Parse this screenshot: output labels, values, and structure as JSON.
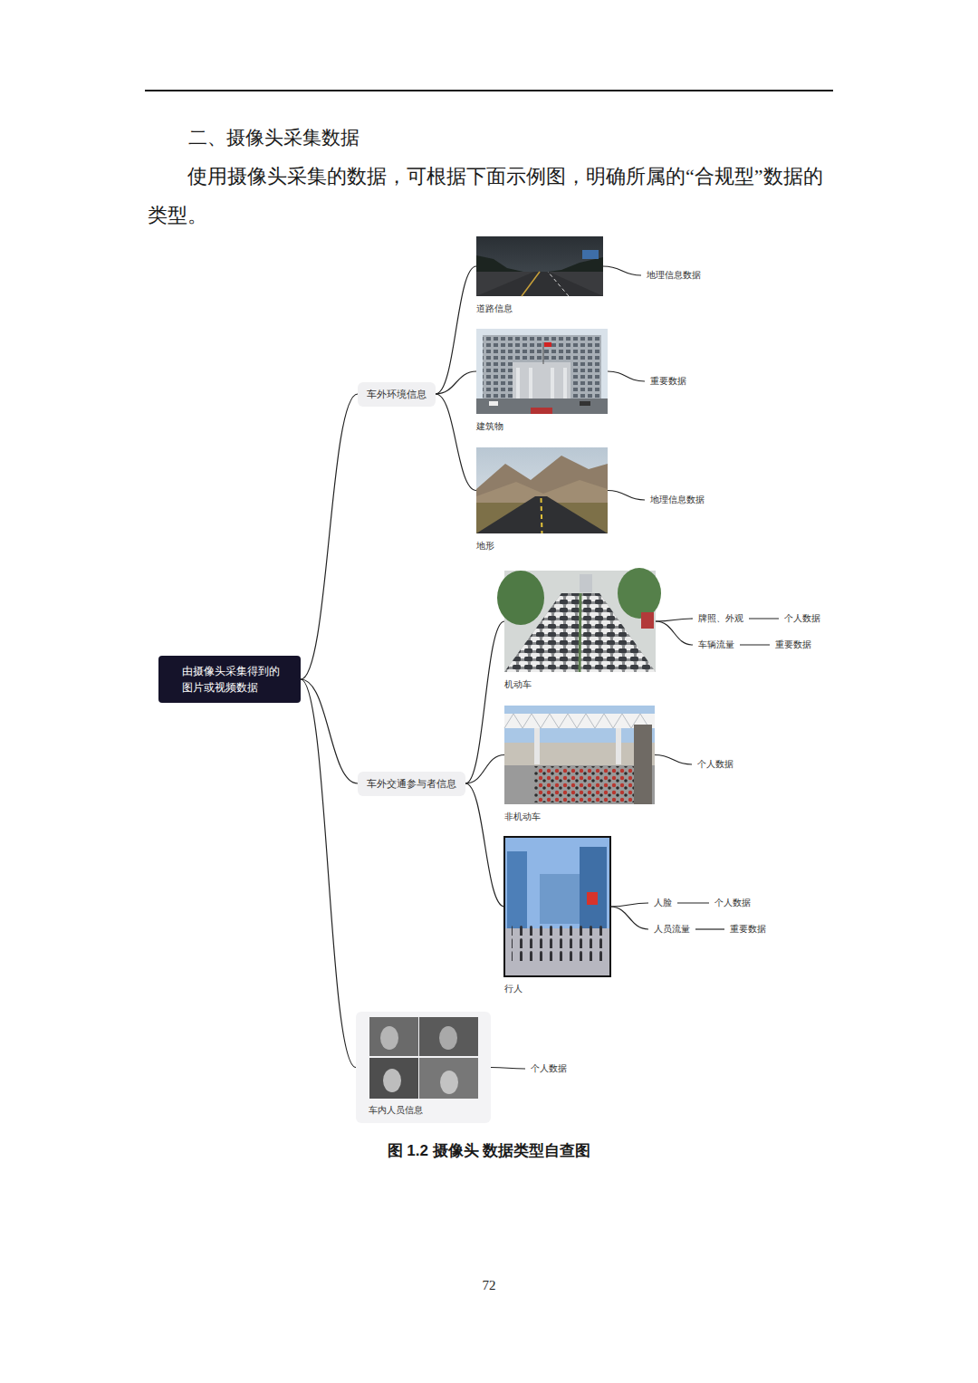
{
  "diagram": {
    "title": "二、摄像头采集数据",
    "caption": "图 1.2 摄像头 数据类型自查图",
    "nodes": [
      {
        "text": [
          "由摄像头采集得到的 图片或视频数据"
        ]
      },
      {
        "text": [
          "车外环境信息"
        ]
      },
      {
        "text": [
          "道路信息"
        ]
      },
      {
        "text": [
          "地理信息数据"
        ]
      },
      {
        "text": [
          "建筑物"
        ]
      },
      {
        "text": [
          "重要数据"
        ]
      },
      {
        "text": [
          "地形"
        ]
      },
      {
        "text": [
          "地理信息数据"
        ]
      },
      {
        "text": [
          "车外交通参与者信息"
        ]
      },
      {
        "text": [
          "机动车"
        ]
      },
      {
        "text": [
          "牌照、外观"
        ]
      },
      {
        "text": [
          "个人数据"
        ]
      },
      {
        "text": [
          "车辆流量"
        ]
      },
      {
        "text": [
          "重要数据"
        ]
      },
      {
        "text": [
          "非机动车"
        ]
      },
      {
        "text": [
          "个人数据"
        ]
      },
      {
        "text": [
          "行人"
        ]
      },
      {
        "text": [
          "人脸"
        ]
      },
      {
        "text": [
          "个人数据"
        ]
      },
      {
        "text": [
          "人员流量"
        ]
      },
      {
        "text": [
          "重要数据"
        ]
      },
      {
        "text": [
          "车内人员信息"
        ]
      },
      {
        "text": [
          "个人数据"
        ]
      }
    ],
    "edges": [
      {
        "from": 0,
        "to": 1,
        "arrow": "none"
      },
      {
        "from": 1,
        "to": 2,
        "arrow": "none"
      },
      {
        "from": 2,
        "to": 3,
        "arrow": "none"
      },
      {
        "from": 1,
        "to": 4,
        "arrow": "none"
      },
      {
        "from": 4,
        "to": 5,
        "arrow": "none"
      },
      {
        "from": 1,
        "to": 6,
        "arrow": "none"
      },
      {
        "from": 6,
        "to": 7,
        "arrow": "none"
      },
      {
        "from": 0,
        "to": 8,
        "arrow": "none"
      },
      {
        "from": 8,
        "to": 9,
        "arrow": "none"
      },
      {
        "from": 9,
        "to": 10,
        "arrow": "none"
      },
      {
        "from": 10,
        "to": 11,
        "arrow": "none"
      },
      {
        "from": 9,
        "to": 12,
        "arrow": "none"
      },
      {
        "from": 12,
        "to": 13,
        "arrow": "none"
      },
      {
        "from": 8,
        "to": 14,
        "arrow": "none"
      },
      {
        "from": 14,
        "to": 15,
        "arrow": "none"
      },
      {
        "from": 8,
        "to": 16,
        "arrow": "none"
      },
      {
        "from": 16,
        "to": 17,
        "arrow": "none"
      },
      {
        "from": 17,
        "to": 18,
        "arrow": "none"
      },
      {
        "from": 16,
        "to": 19,
        "arrow": "none"
      },
      {
        "from": 19,
        "to": 20,
        "arrow": "none"
      },
      {
        "from": 0,
        "to": 21,
        "arrow": "none"
      },
      {
        "from": 21,
        "to": 22,
        "arrow": "none"
      }
    ],
    "labels": [
      "使用摄像头采集的数据，可根据下面示例图，明确所属的“合规型”数据的类型。",
      "72"
    ]
  }
}
